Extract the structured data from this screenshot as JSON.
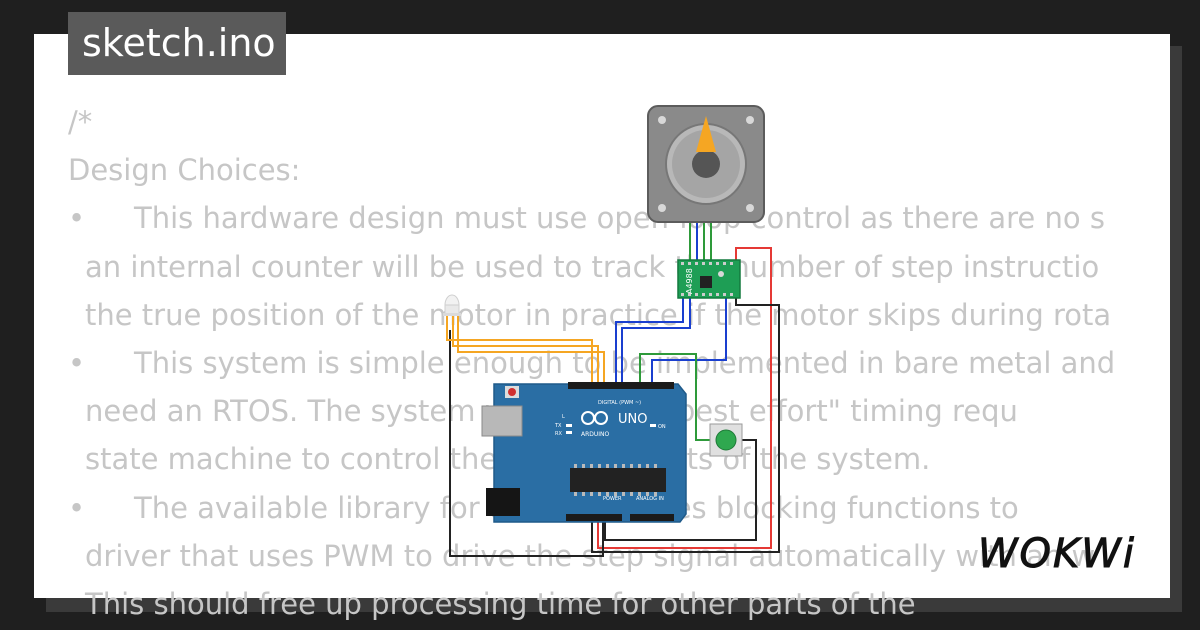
{
  "tab": {
    "filename": "sketch.ino"
  },
  "code_lines": [
    {
      "kind": "plain",
      "text": "/*"
    },
    {
      "kind": "plain",
      "text": "Design Choices:"
    },
    {
      "kind": "bullet",
      "bullet": "•",
      "text": "This hardware design must use open-loop control as there are no s"
    },
    {
      "kind": "cont",
      "text": "an internal counter will be used to track the number of step instructio"
    },
    {
      "kind": "cont",
      "text": "the true position of the motor in practice if the motor skips during rota"
    },
    {
      "kind": "bullet",
      "bullet": "•",
      "text": "This system is simple enough to be implemented in bare metal and"
    },
    {
      "kind": "cont",
      "text": "need an RTOS. The system will follow a \"best effort\" timing requ"
    },
    {
      "kind": "cont",
      "text": "state machine to control the complex parts of the system."
    },
    {
      "kind": "bullet",
      "bullet": "•",
      "text": "The available library for the driver uses blocking functions to"
    },
    {
      "kind": "cont",
      "text": "driver that uses PWM to drive the step signal automatically with an w"
    },
    {
      "kind": "cont",
      "text": "This should free up processing time for other parts of the"
    }
  ],
  "board": {
    "uno_label": "UNO",
    "brand": "ARDUINO",
    "digital_label": "DIGITAL (PWM ~)",
    "power_label": "POWER",
    "analog_label": "ANALOG IN",
    "on_label": "ON",
    "tx_label": "TX",
    "rx_label": "RX",
    "l_label": "L"
  },
  "driver": {
    "label": "A4988"
  },
  "branding": {
    "logo_text": "WOKWi"
  },
  "colors": {
    "board_blue": "#2a6ea4",
    "wire_red": "#e53935",
    "wire_green": "#2e9a3a",
    "wire_blue": "#1a3fcf",
    "wire_orange": "#f5a623",
    "motor_body": "#8a8a8a",
    "motor_face": "#b0b0b0",
    "button_green": "#2fa84f",
    "driver_green": "#1e9e55"
  }
}
